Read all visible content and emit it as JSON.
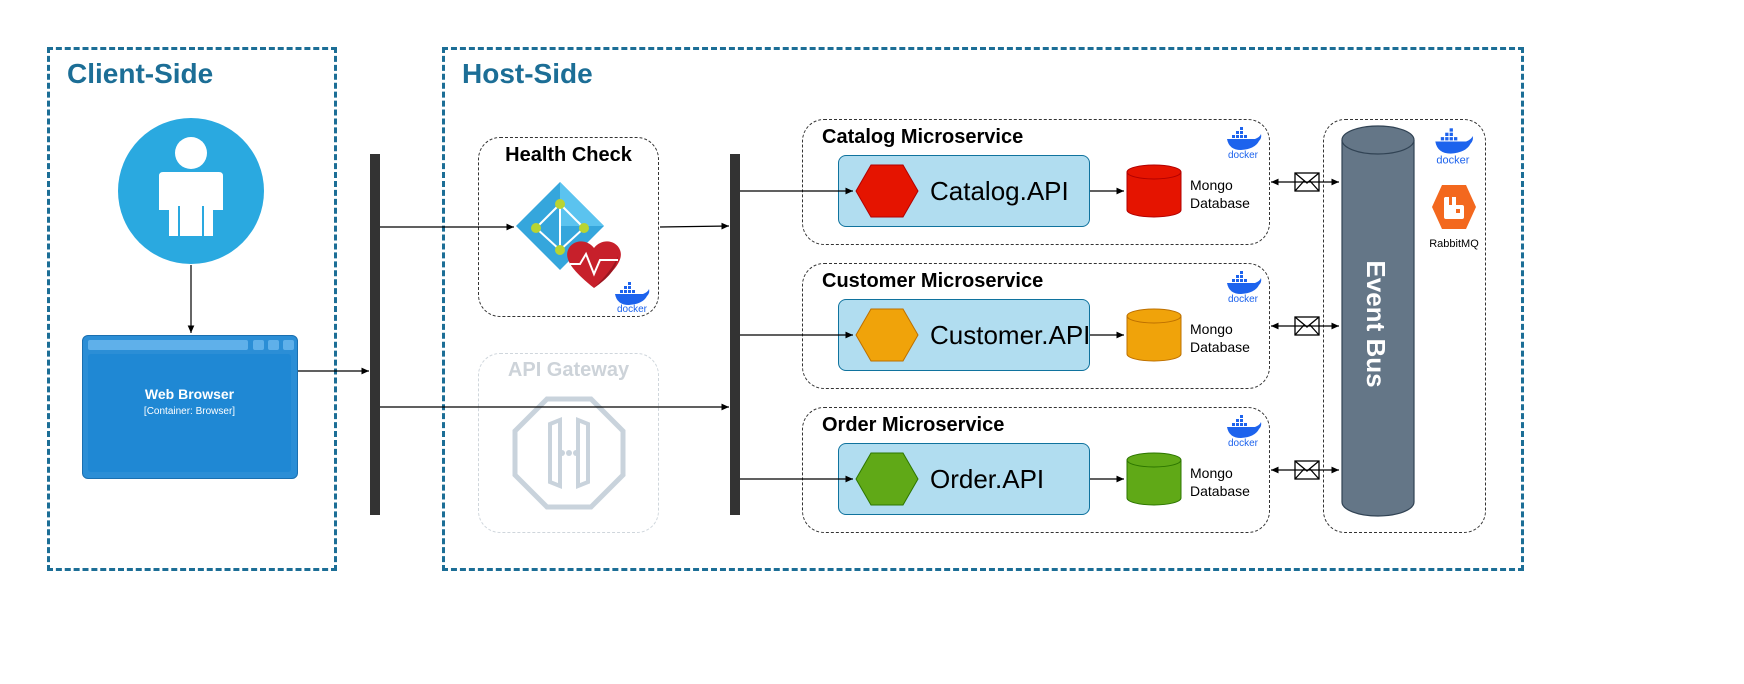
{
  "zones": {
    "client": {
      "title": "Client-Side"
    },
    "host": {
      "title": "Host-Side"
    }
  },
  "client": {
    "browser": {
      "title": "Web Browser",
      "subtitle": "[Container: Browser]"
    }
  },
  "health_check": {
    "title": "Health Check"
  },
  "api_gateway": {
    "title": "API Gateway"
  },
  "services": [
    {
      "title": "Catalog Microservice",
      "api": "Catalog.API",
      "db_line1": "Mongo",
      "db_line2": "Database",
      "color": "#e51400"
    },
    {
      "title": "Customer Microservice",
      "api": "Customer.API",
      "db_line1": "Mongo",
      "db_line2": "Database",
      "color": "#f0a30a"
    },
    {
      "title": "Order Microservice",
      "api": "Order.API",
      "db_line1": "Mongo",
      "db_line2": "Database",
      "color": "#60a917"
    }
  ],
  "event_bus": {
    "title": "Event Bus",
    "broker": "RabbitMQ"
  },
  "docker": {
    "label": "docker"
  },
  "colors": {
    "zone_border": "#1c6e96",
    "user_circle": "#2aa9e0",
    "browser_fill": "#2b8ed6",
    "api_box": "#b1ddf0",
    "bus": "#647687",
    "rabbitmq": "#f3681e",
    "docker_blue": "#1d63ed"
  }
}
